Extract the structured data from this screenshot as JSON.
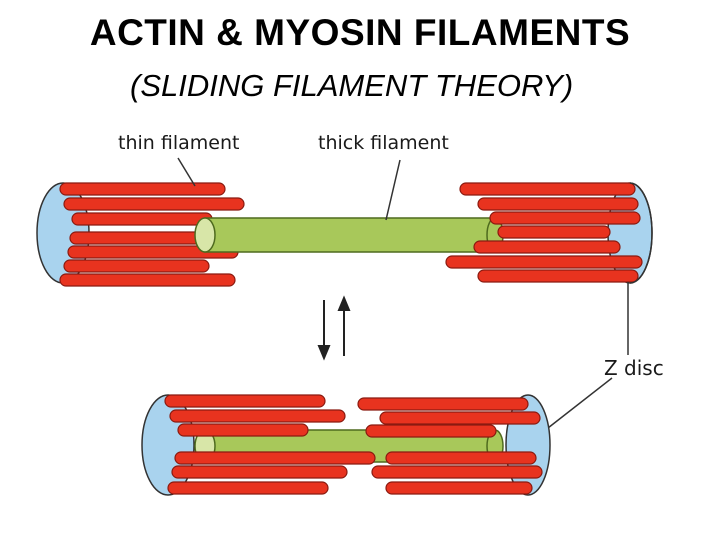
{
  "title": "ACTIN & MYOSIN FILAMENTS",
  "subtitle": "(SLIDING FILAMENT THEORY)",
  "labels": {
    "thin_filament": "thin filament",
    "thick_filament": "thick filament",
    "z_disc": "Z disc"
  },
  "colors": {
    "actin_red": "#e8331f",
    "myosin_green": "#a8c85a",
    "z_disc_blue": "#a9d3ee",
    "outline": "#333333"
  },
  "icons": {
    "arrows": "up-down-arrows-icon"
  }
}
